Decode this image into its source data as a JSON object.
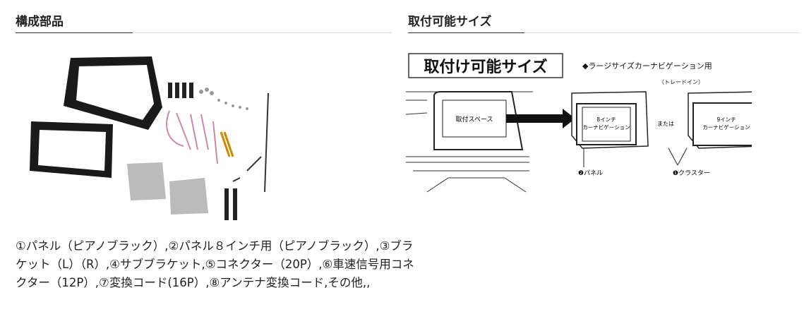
{
  "left": {
    "title": "構成部品",
    "description": "①パネル（ピアノブラック）,②パネル８インチ用（ピアノブラック）,③ブラケット（L）（R）,④サブブラケット,⑤コネクター（20P）,⑥車速信号用コネクター（12P）,⑦変換コード(16P）,⑧アンテナ変換コード,その他,,"
  },
  "right": {
    "title": "取付可能サイズ",
    "diagram": {
      "banner": "取付け可能サイズ",
      "subtitle": "◆ラージサイズカーナビゲーション用",
      "tradein": "（トレードイン）",
      "space": "取付スペース",
      "nav8_line1": "8インチ",
      "nav8_line2": "カーナビゲーション",
      "or": "または",
      "nav9_line1": "9インチ",
      "nav9_line2": "カーナビゲーション",
      "panel": "❷パネル",
      "cluster": "❶クラスター"
    }
  }
}
